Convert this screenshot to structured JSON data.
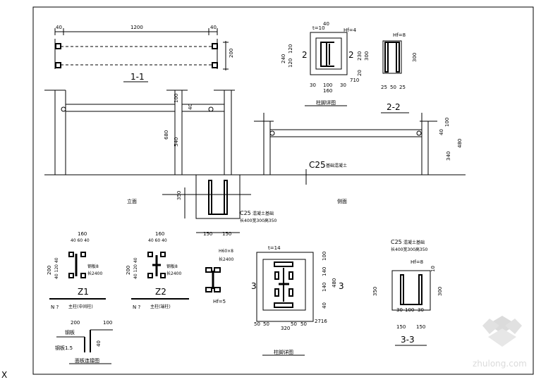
{
  "sections": {
    "s11": "1-1",
    "s22": "2-2",
    "s33": "3-3"
  },
  "dims": {
    "d40a": "40",
    "d1200": "1200",
    "d40b": "40",
    "d200_top": "200",
    "d100_col": "100",
    "d40_col": "40",
    "d680": "680",
    "d540": "540",
    "d350_base": "350",
    "d150a": "150",
    "d150b": "150",
    "d100_r": "100",
    "d40_r": "40",
    "d340": "340",
    "d480": "480",
    "det_t10": "t=10",
    "det_40": "40",
    "det_hf4": "Hf=4",
    "det_240": "240",
    "det_120a": "120",
    "det_120b": "120",
    "det_230": "230",
    "det_300": "300",
    "det_20": "20",
    "det_30a": "30",
    "det_100": "100",
    "det_30b": "30",
    "det_160": "160",
    "det_10": "10",
    "det_710": "710",
    "s22_hf8": "Hf=8",
    "s22_300": "300",
    "s22_25a": "25",
    "s22_50": "50",
    "s22_25b": "25",
    "z_160a": "160",
    "z_406040a": "40 60 40",
    "z_200a": "200",
    "z_40120": "40 120 40",
    "z_160b": "160",
    "z_406040b": "40 60 40",
    "z_200b": "200",
    "z_40120b": "40 120 40",
    "pl_t14": "t=14",
    "pl_100": "100",
    "pl_140a": "140",
    "pl_140b": "140",
    "pl_480": "480",
    "pl_40": "40",
    "pl_50a": "50",
    "pl_50b": "50",
    "pl_50c": "50",
    "pl_50d": "50",
    "pl_320": "320",
    "pl_2716": "2716",
    "s33_hf8": "Hf=8",
    "s33_10": "10",
    "s33_350": "350",
    "s33_300": "300",
    "s33_30a": "30",
    "s33_100": "100",
    "s33_30b": "30",
    "s33_150a": "150",
    "s33_150b": "150",
    "w_200": "200",
    "w_100": "100",
    "w_15": "1.5",
    "w_40": "40",
    "hf5": "Hf=5"
  },
  "labels": {
    "c25_main": "C25",
    "c25_main_suffix": "基础混凝土",
    "c25_base": "C25",
    "c25_base_suffix": "混凝土基础",
    "c25_base_dims": "长400宽300高350",
    "c25_s33": "C25",
    "c25_s33_suffix": "混凝土基础",
    "c25_s33_dims": "长400宽300高350",
    "z1": "Z1",
    "z2": "Z2",
    "z1_desc_a": "N ?",
    "z1_desc_b": "主柱(中间柱)",
    "z2_desc_a": "N ?",
    "z2_desc_b": "主柱(端柱)",
    "z1_note1": "钢板8",
    "z1_note2": "长2400",
    "z2_note1": "钢板8",
    "z2_note2": "长2400",
    "z3_note1": "H60×8",
    "z3_note2": "长2400",
    "det_title": "柱脚详图",
    "plate_title": "柱脚详图",
    "elev_left": "立面",
    "elev_right": "侧面",
    "wall_title": "面板连接图",
    "wall_label": "钢板",
    "wall_note": "钢板1.5",
    "sec2a": "2",
    "sec2b": "2",
    "sec3a": "3",
    "sec3b": "3",
    "corner_mark": "X"
  },
  "watermark": {
    "text": "zhulong.com"
  }
}
